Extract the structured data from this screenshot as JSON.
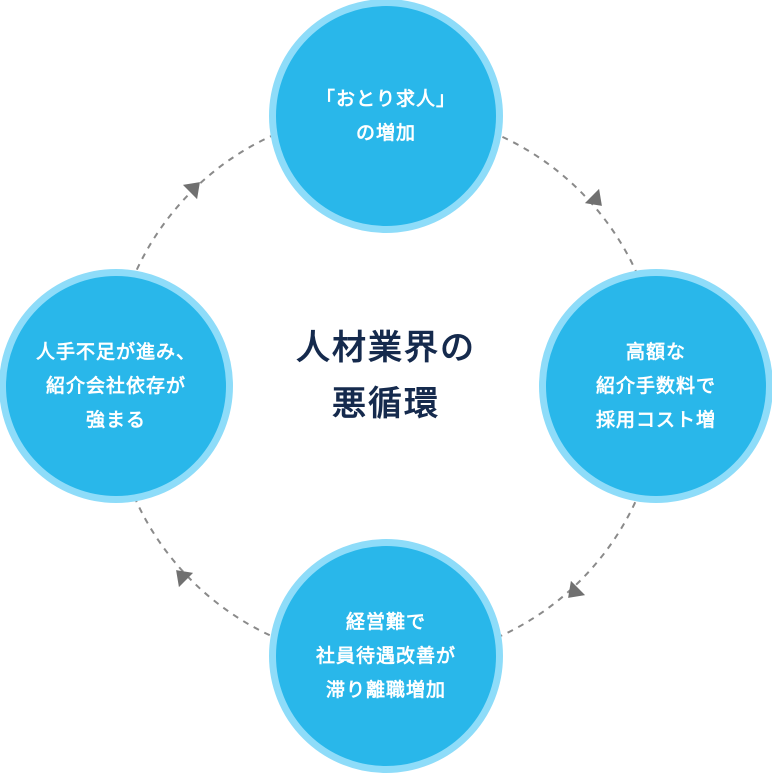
{
  "center_title": [
    "人材業界の",
    "悪循環"
  ],
  "nodes": {
    "top": [
      "「おとり求人」",
      "の増加"
    ],
    "right": [
      "高額な",
      "紹介手数料で",
      "採用コスト増"
    ],
    "bottom": [
      "経営難で",
      "社員待遇改善が",
      "滞り離職増加"
    ],
    "left": [
      "人手不足が進み、",
      "紹介会社依存が",
      "強まる"
    ]
  },
  "colors": {
    "node_fill": "#29b7ea",
    "node_ring": "#8edcf9",
    "title": "#152a4d",
    "arrow": "#707070"
  }
}
